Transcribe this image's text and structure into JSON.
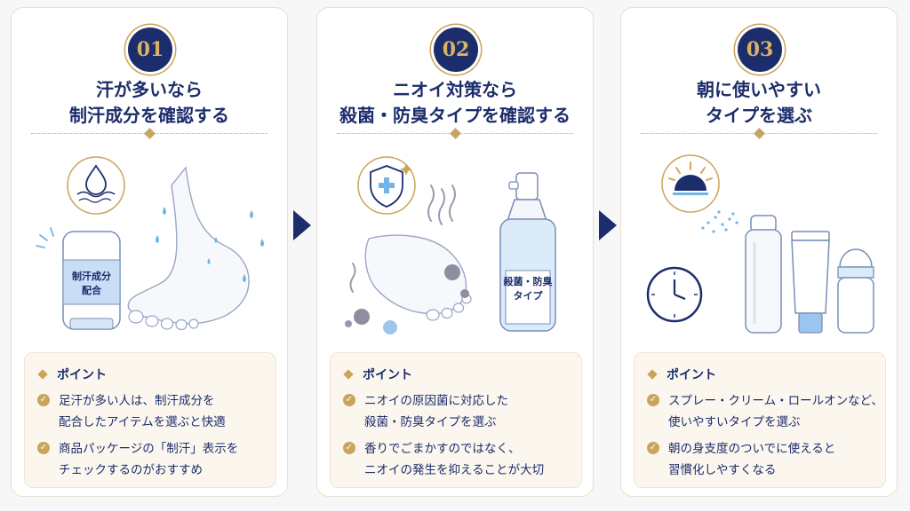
{
  "steps": [
    {
      "number": "01",
      "title_lines": [
        "汗が多いなら",
        "制汗成分を確認する"
      ],
      "product_label_lines": [
        "制汗成分",
        "配合"
      ],
      "point_heading": "ポイント",
      "bullets": [
        [
          "足汗が多い人は、制汗成分を",
          "配合したアイテムを選ぶと快適"
        ],
        [
          "商品パッケージの「制汗」表示を",
          "チェックするのがおすすめ"
        ]
      ]
    },
    {
      "number": "02",
      "title_lines": [
        "ニオイ対策なら",
        "殺菌・防臭タイプを確認する"
      ],
      "product_label_lines": [
        "殺菌・防臭",
        "タイプ"
      ],
      "point_heading": "ポイント",
      "bullets": [
        [
          "ニオイの原因菌に対応した",
          "殺菌・防臭タイプを選ぶ"
        ],
        [
          "香りでごまかすのではなく、",
          "ニオイの発生を抑えることが大切"
        ]
      ]
    },
    {
      "number": "03",
      "title_lines": [
        "朝に使いやすい",
        "タイプを選ぶ"
      ],
      "point_heading": "ポイント",
      "bullets": [
        [
          "スプレー・クリーム・ロールオンなど、",
          "使いやすいタイプを選ぶ"
        ],
        [
          "朝の身支度のついでに使えると",
          "習慣化しやすくなる"
        ]
      ]
    }
  ],
  "colors": {
    "navy": "#1c2d6b",
    "gold": "#c9a45a",
    "water": "#6fb6e6"
  },
  "icons": [
    "water-drop-skin-icon",
    "shield-plus-icon",
    "sunrise-icon",
    "clock-icon",
    "next-arrow-icon",
    "check-icon"
  ]
}
